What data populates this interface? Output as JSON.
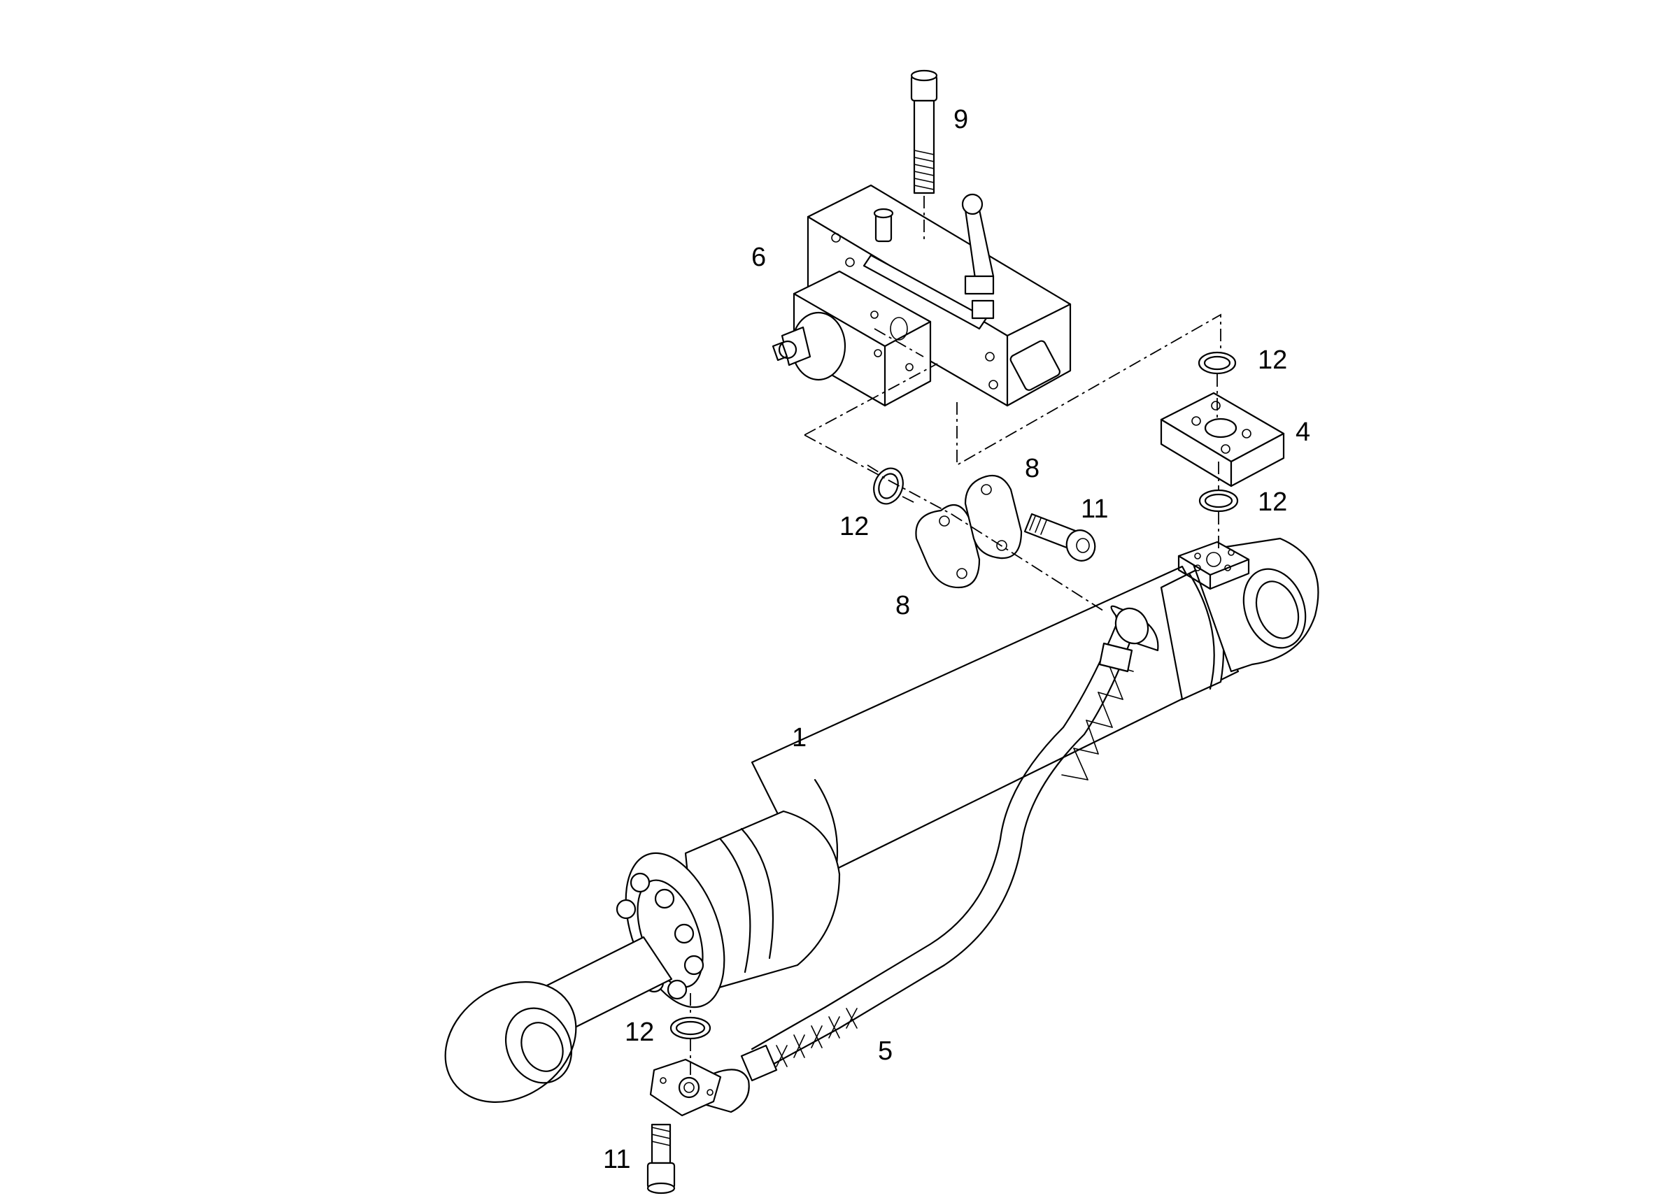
{
  "callouts": {
    "c1": "1",
    "c4": "4",
    "c5": "5",
    "c6": "6",
    "c8a": "8",
    "c8b": "8",
    "c9": "9",
    "c11a": "11",
    "c11b": "11",
    "c12a": "12",
    "c12b": "12",
    "c12c": "12",
    "c12d": "12"
  },
  "colors": {
    "line": "#000000",
    "background": "#ffffff"
  }
}
